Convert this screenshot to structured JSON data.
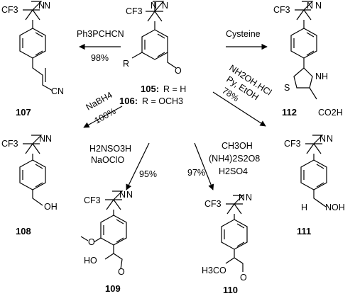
{
  "diazirine_label": "CF3",
  "center": {
    "r_label": "R",
    "c105_num": "105:",
    "c105_def": "R = H",
    "c106_num": "106:",
    "c106_def": "R = OCH3"
  },
  "compounds": {
    "c107": {
      "number": "107",
      "group": "CN"
    },
    "c108": {
      "number": "108",
      "group": "OH"
    },
    "c109": {
      "number": "109",
      "ome": "O",
      "cooh": "HO"
    },
    "c110": {
      "number": "110",
      "ester": "H3CO"
    },
    "c111": {
      "number": "111",
      "left": "H",
      "right": "NOH"
    },
    "c112": {
      "number": "112",
      "s": "S",
      "nh": "NH",
      "acid": "CO2H"
    }
  },
  "reactions": {
    "r107": {
      "reagent": "Ph3PCHCN",
      "yield": "98%"
    },
    "r112": {
      "reagent": "Cysteine"
    },
    "r108": {
      "reagent": "NaBH4",
      "yield": "100%"
    },
    "r109": {
      "reagent1": "H2NSO3H",
      "reagent2": "NaOClO",
      "yield": "95%"
    },
    "r110": {
      "reagent1": "CH3OH",
      "reagent2": "(NH4)2S2O8",
      "reagent3": "H2SO4",
      "yield": "97%"
    },
    "r111": {
      "reagent1": "NH2OH.HCl",
      "reagent2": "Py, EtOH",
      "yield": "78%"
    }
  }
}
